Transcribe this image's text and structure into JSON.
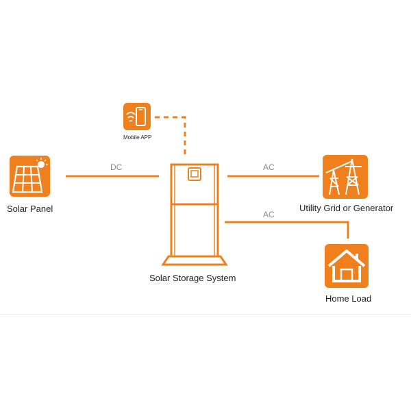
{
  "colors": {
    "accent": "#F07F1D",
    "icon_bg": "#F07F1D",
    "icon_fg": "#FFFFFF",
    "text": "#222222",
    "line_label": "#8A8A8A"
  },
  "nodes": {
    "mobile_app": {
      "label": "Mobile APP",
      "icon": "phone-wifi-icon"
    },
    "solar_panel": {
      "label": "Solar Panel",
      "icon": "solar-panel-icon"
    },
    "storage": {
      "label": "Solar Storage System",
      "icon": "battery-cabinet-icon"
    },
    "grid": {
      "label": "Utility Grid or Generator",
      "icon": "power-tower-icon"
    },
    "home": {
      "label": "Home Load",
      "icon": "house-icon"
    }
  },
  "connections": {
    "solar_to_storage": "DC",
    "storage_to_grid": "AC",
    "storage_to_home": "AC"
  }
}
